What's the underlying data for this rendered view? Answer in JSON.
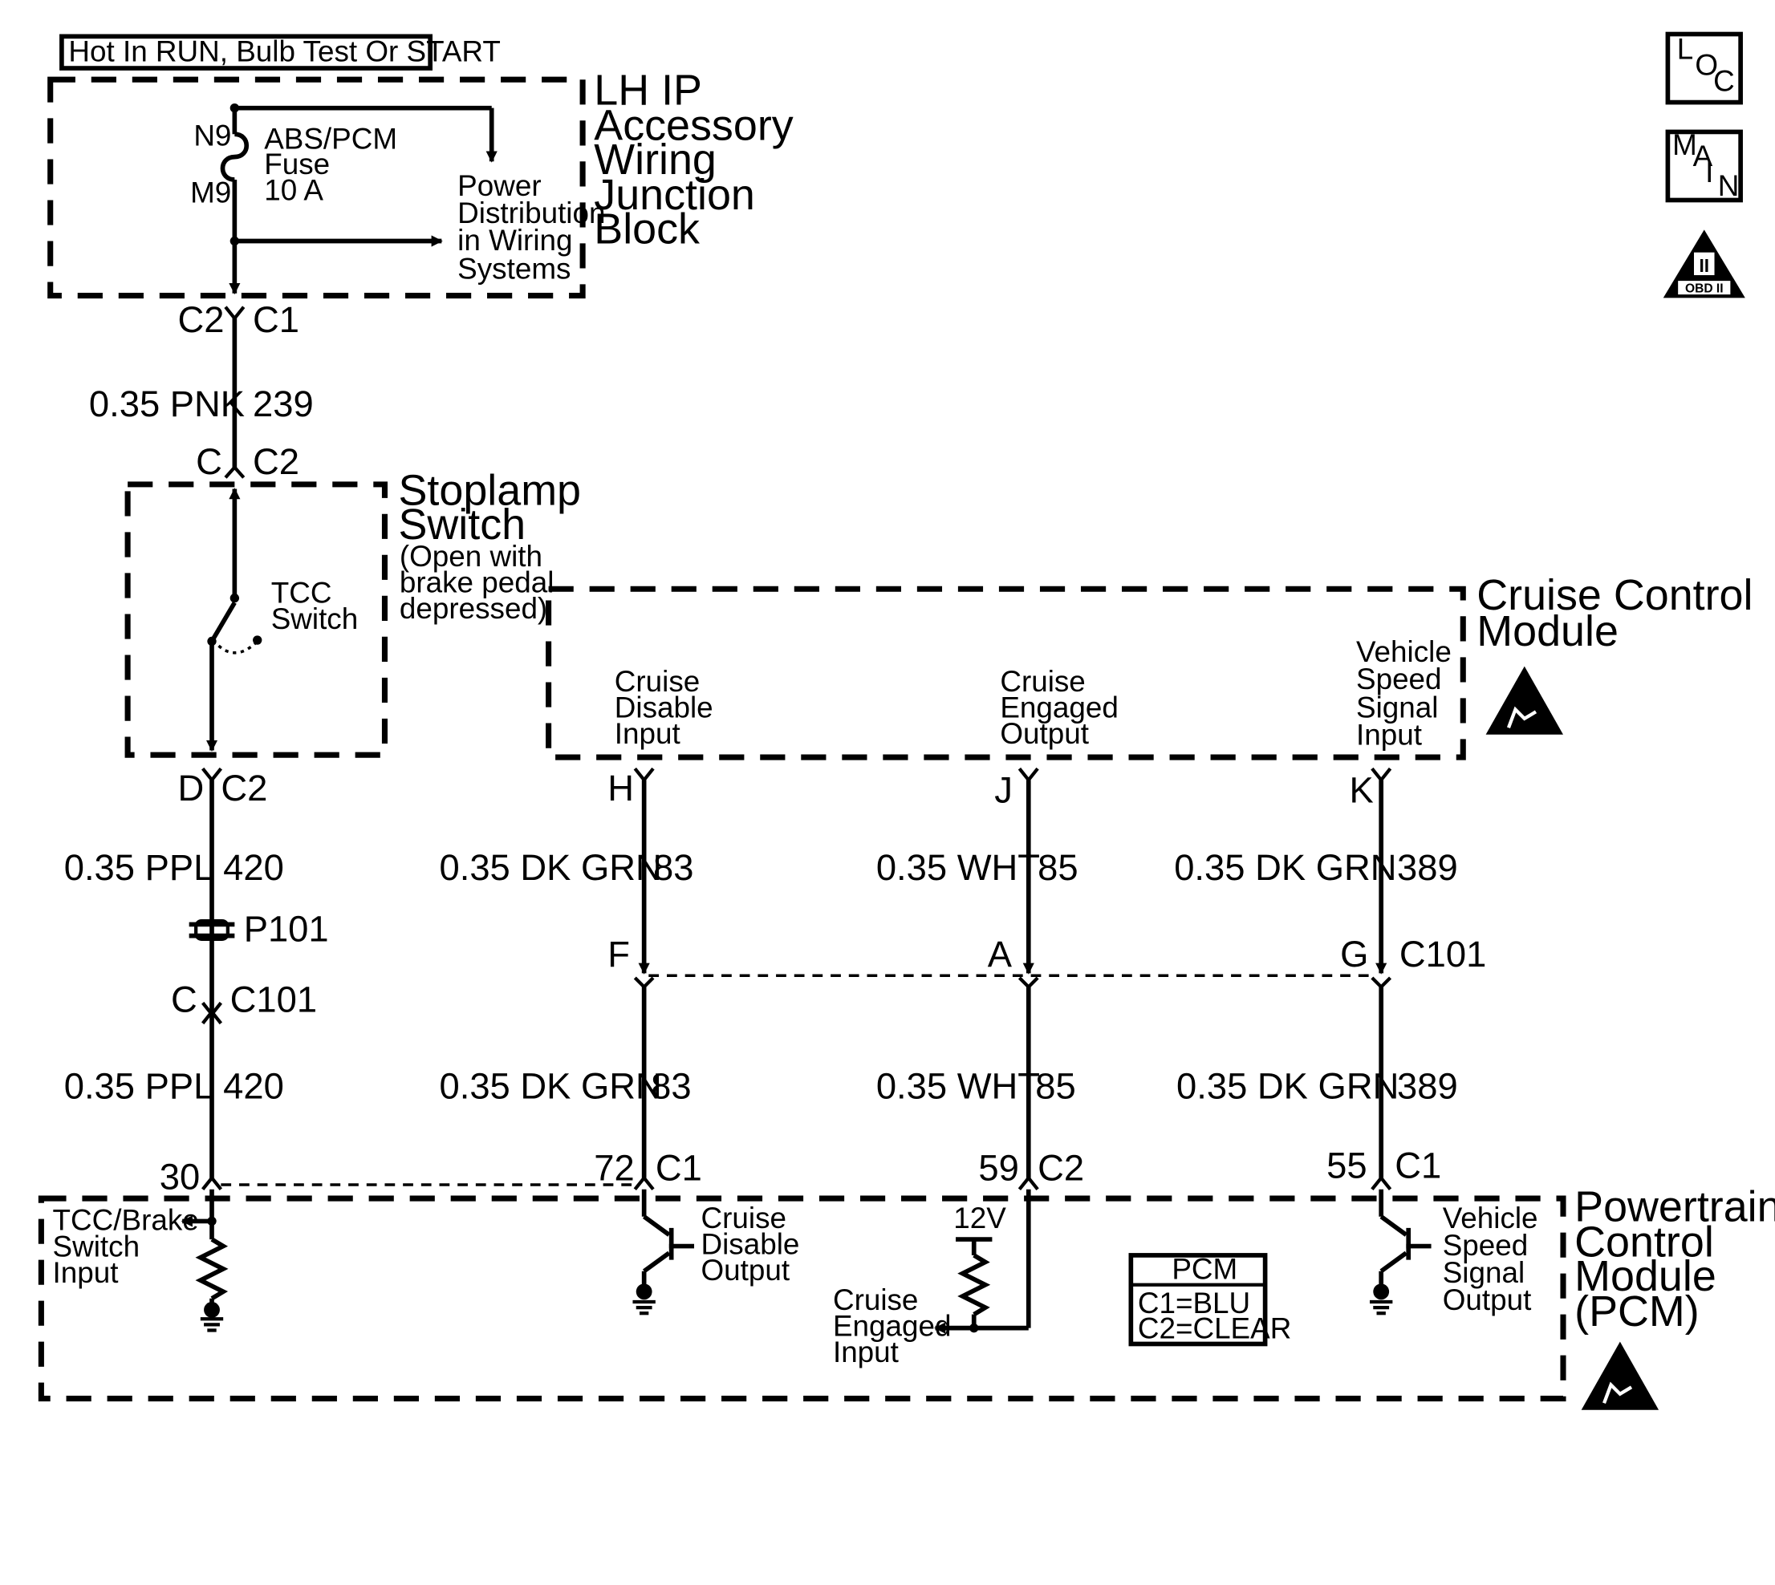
{
  "power_label": "Hot In RUN, Bulb Test Or START",
  "junction_block": {
    "title": [
      "LH IP",
      "Accessory",
      "Wiring",
      "Junction",
      "Block"
    ],
    "pin_top": "N9",
    "pin_bottom": "M9",
    "fuse": [
      "ABS/PCM",
      "Fuse",
      "10 A"
    ],
    "power_distribution": [
      "Power",
      "Distribution",
      "in Wiring",
      "Systems"
    ]
  },
  "connectors": {
    "jb_out_left": "C2",
    "jb_out_right": "C1",
    "stop_in_left": "C",
    "stop_in_right": "C2",
    "stop_out_left": "D",
    "stop_out_right": "C2",
    "splice": "P101",
    "c101_left_pin": "C",
    "c101_name": "C101",
    "ccm_pins": [
      "H",
      "J",
      "K"
    ],
    "c101_pins": [
      "F",
      "A",
      "G"
    ],
    "c101_right_name": "C101",
    "pcm_pins": [
      {
        "pin": "30",
        "conn": ""
      },
      {
        "pin": "72",
        "conn": "C1"
      },
      {
        "pin": "59",
        "conn": "C2"
      },
      {
        "pin": "55",
        "conn": "C1"
      }
    ]
  },
  "wires": {
    "pnk": {
      "gauge_color": "0.35 PNK",
      "circuit": "239"
    },
    "ppl_upper": {
      "gauge_color": "0.35 PPL",
      "circuit": "420"
    },
    "ppl_lower": {
      "gauge_color": "0.35 PPL",
      "circuit": "420"
    },
    "cruise_upper": [
      {
        "gauge_color": "0.35 DK GRN",
        "circuit": "83"
      },
      {
        "gauge_color": "0.35 WHT",
        "circuit": "85"
      },
      {
        "gauge_color": "0.35 DK GRN",
        "circuit": "389"
      }
    ],
    "cruise_lower": [
      {
        "gauge_color": "0.35 DK GRN",
        "circuit": "83"
      },
      {
        "gauge_color": "0.35 WHT",
        "circuit": "85"
      },
      {
        "gauge_color": "0.35 DK GRN",
        "circuit": "389"
      }
    ]
  },
  "stoplamp": {
    "title": [
      "Stoplamp",
      "Switch"
    ],
    "note": [
      "(Open with",
      "brake pedal",
      "depressed)"
    ],
    "switch_label": [
      "TCC",
      "Switch"
    ]
  },
  "cruise_module": {
    "title": [
      "Cruise Control",
      "Module"
    ],
    "inputs": [
      [
        "Cruise",
        "Disable",
        "Input"
      ],
      [
        "Cruise",
        "Engaged",
        "Output"
      ],
      [
        "Vehicle",
        "Speed",
        "Signal",
        "Input"
      ]
    ]
  },
  "pcm": {
    "title": [
      "Powertrain",
      "Control",
      "Module",
      "(PCM)"
    ],
    "tcc_input": [
      "TCC/Brake",
      "Switch",
      "Input"
    ],
    "cruise_disable_output": [
      "Cruise",
      "Disable",
      "Output"
    ],
    "cruise_engaged_input": [
      "Cruise",
      "Engaged",
      "Input"
    ],
    "voltage": "12V",
    "vss_output": [
      "Vehicle",
      "Speed",
      "Signal",
      "Output"
    ],
    "legend": {
      "title": "PCM",
      "lines": [
        "C1=BLU",
        "C2=CLEAR"
      ]
    }
  },
  "icons": {
    "loc": [
      "L",
      "O",
      "C"
    ],
    "main": [
      "M",
      "A",
      "I",
      "N"
    ],
    "obd_top": "II",
    "obd_bottom": "OBD II"
  }
}
